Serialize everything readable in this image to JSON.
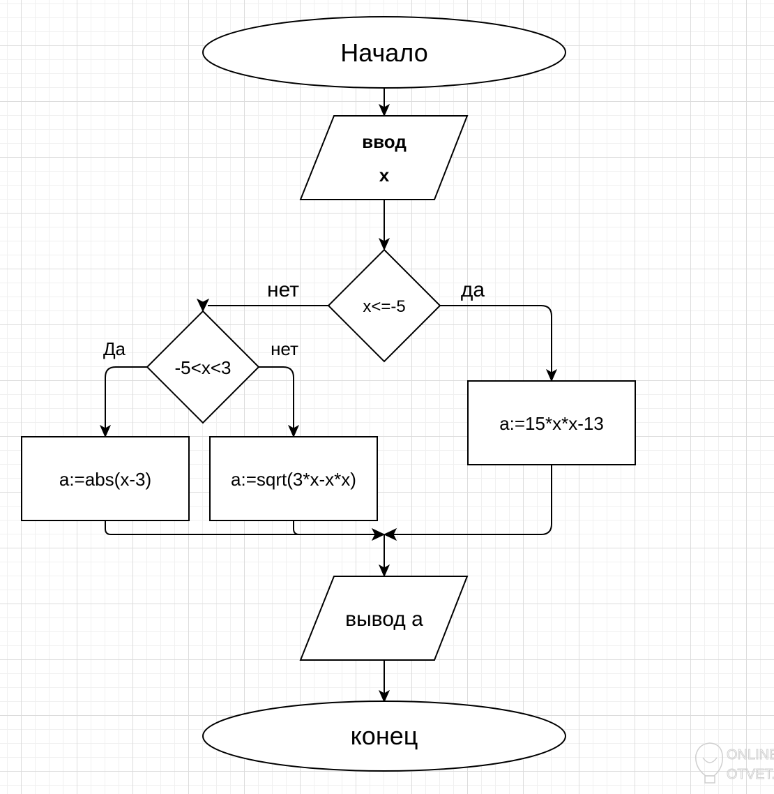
{
  "diagram": {
    "type": "flowchart",
    "background": "grid",
    "nodes": {
      "start": {
        "shape": "terminator",
        "text": "Начало"
      },
      "input": {
        "shape": "io",
        "line1": "ввод",
        "line2": "x"
      },
      "cond1": {
        "shape": "decision",
        "text": "x<=-5"
      },
      "cond2": {
        "shape": "decision",
        "text": "-5<x<3"
      },
      "proc_yes1": {
        "shape": "process",
        "text": "a:=15*x*x-13"
      },
      "proc_abs": {
        "shape": "process",
        "text": "a:=abs(x-3)"
      },
      "proc_sqrt": {
        "shape": "process",
        "text": "a:=sqrt(3*x-x*x)"
      },
      "output": {
        "shape": "io",
        "text": "вывод а"
      },
      "end": {
        "shape": "terminator",
        "text": "конец"
      }
    },
    "edge_labels": {
      "cond1_no": "нет",
      "cond1_yes": "да",
      "cond2_yes": "Да",
      "cond2_no": "нет"
    },
    "edges": [
      {
        "from": "start",
        "to": "input"
      },
      {
        "from": "input",
        "to": "cond1"
      },
      {
        "from": "cond1",
        "to": "cond2",
        "label": "нет"
      },
      {
        "from": "cond1",
        "to": "proc_yes1",
        "label": "да"
      },
      {
        "from": "cond2",
        "to": "proc_abs",
        "label": "Да"
      },
      {
        "from": "cond2",
        "to": "proc_sqrt",
        "label": "нет"
      },
      {
        "from": "proc_abs",
        "to": "output"
      },
      {
        "from": "proc_sqrt",
        "to": "output"
      },
      {
        "from": "proc_yes1",
        "to": "output"
      },
      {
        "from": "output",
        "to": "end"
      }
    ]
  },
  "watermark": {
    "line1": "ONLINE",
    "line2": "OTVET.RU"
  }
}
